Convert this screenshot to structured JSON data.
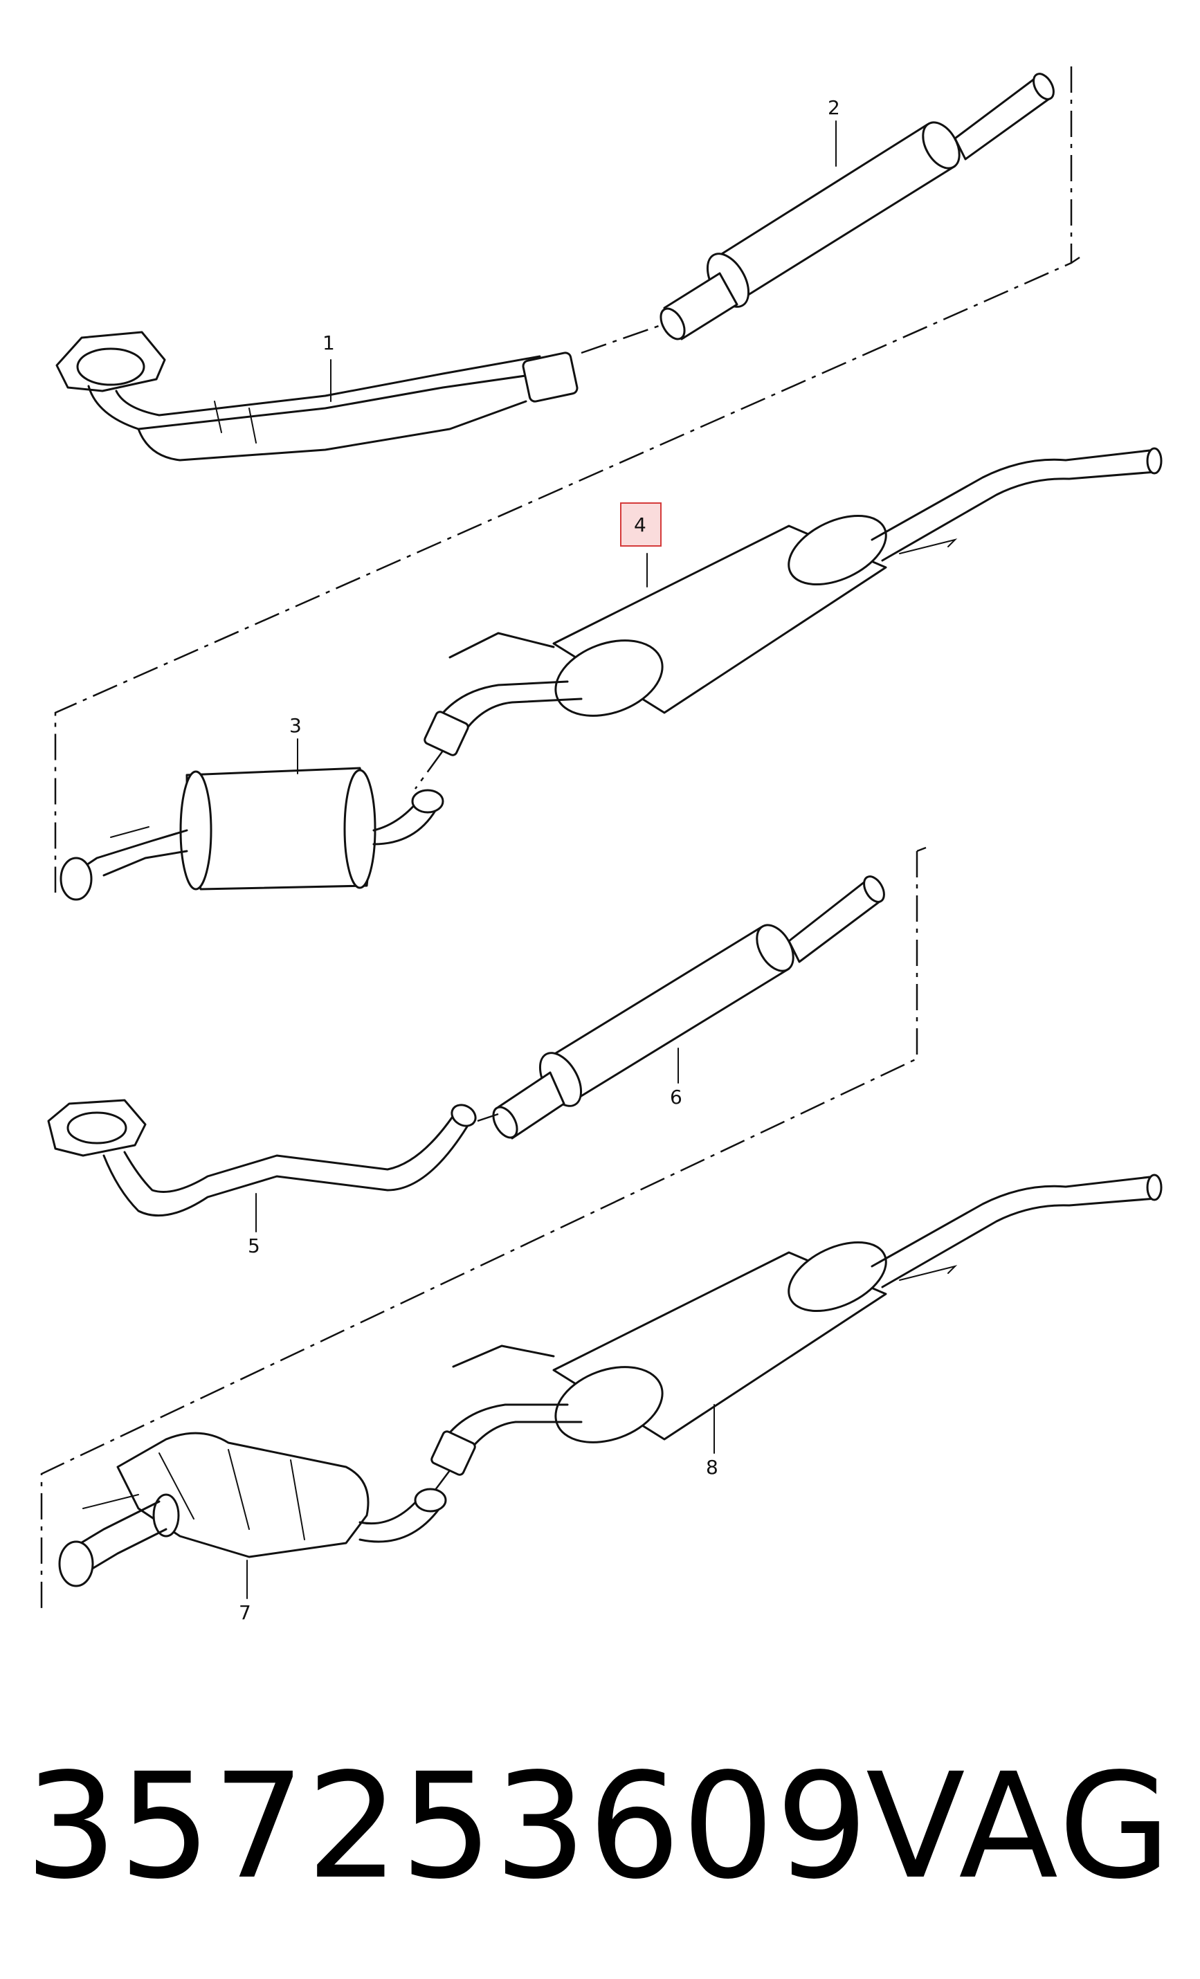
{
  "diagram": {
    "callouts": [
      {
        "id": "1",
        "label": "1"
      },
      {
        "id": "2",
        "label": "2"
      },
      {
        "id": "3",
        "label": "3"
      },
      {
        "id": "4",
        "label": "4",
        "highlighted": true
      },
      {
        "id": "5",
        "label": "5"
      },
      {
        "id": "6",
        "label": "6"
      },
      {
        "id": "7",
        "label": "7"
      },
      {
        "id": "8",
        "label": "8"
      }
    ],
    "highlight_color": "#d43a3a"
  },
  "footer": {
    "part_number": "357253609",
    "brand": "VAG"
  }
}
